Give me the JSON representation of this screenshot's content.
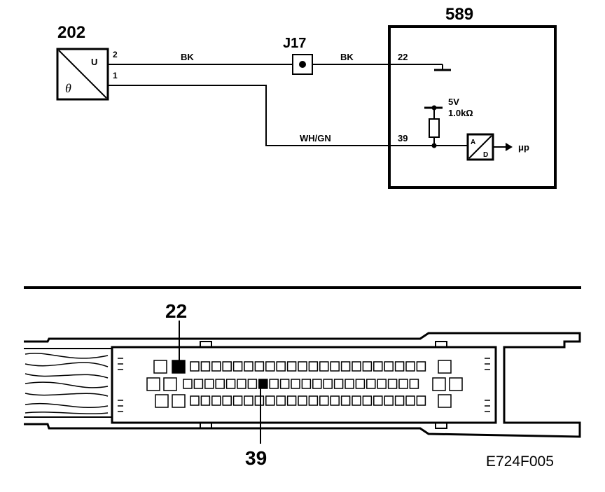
{
  "schematic": {
    "sensor": {
      "id": "202",
      "pin_top": "2",
      "pin_bottom": "1",
      "symbol_u": "U",
      "symbol_theta": "θ"
    },
    "junction": {
      "id": "J17"
    },
    "ecu": {
      "id": "589",
      "pin_gnd": "22",
      "pin_sig": "39",
      "supply": "5V",
      "resistor": "1.0kΩ",
      "adc_a": "A",
      "adc_d": "D",
      "output": "μp"
    },
    "wires": {
      "top_left": "BK",
      "top_right": "BK",
      "bottom": "WH/GN"
    }
  },
  "connector": {
    "callout_top": "22",
    "callout_bottom": "39"
  },
  "figure_code": "E724F005",
  "colors": {
    "ink": "#000000",
    "paper": "#ffffff"
  }
}
